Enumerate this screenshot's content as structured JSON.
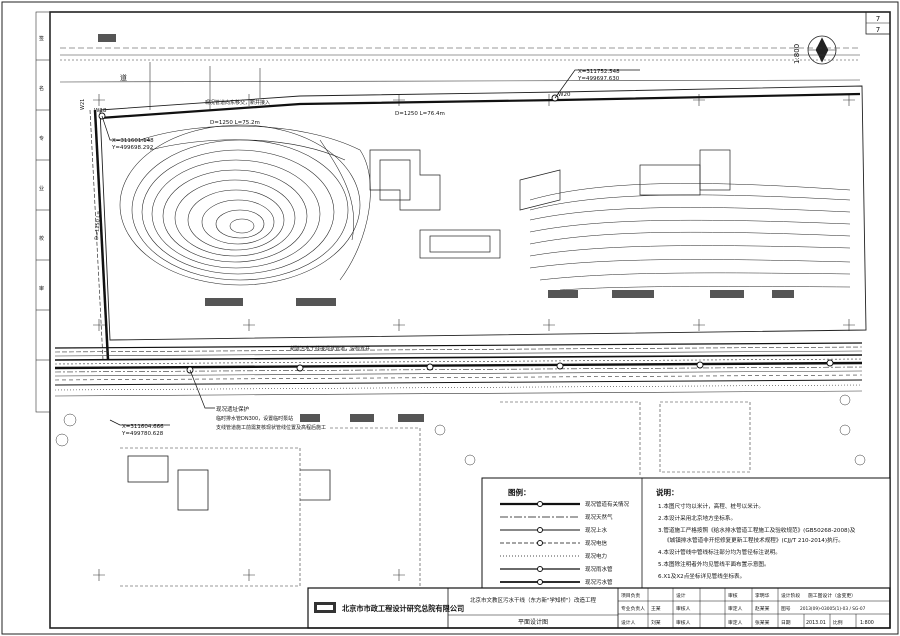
{
  "sheet": {
    "page_number": "7",
    "page_total": "7",
    "scale_note": "1:800"
  },
  "plan": {
    "road_west": "道",
    "labels": {
      "coord_top_x": "X=311752.548",
      "coord_top_y": "Y=499697.630",
      "coord_left_x": "X=311601.148",
      "coord_left_y": "Y=499698.292",
      "coord_low_x": "X=311604.666",
      "coord_low_y": "Y=499780.628",
      "pipe_a": "D=1250  L=75.2m",
      "pipe_b": "D=1250  L=76.4m",
      "pipe_side": "D=1250  L=...",
      "node_w20": "W20",
      "node_w18": "W18",
      "node_w21": "W21",
      "dist_west": "D=1.0m  L=...",
      "top_note": "现况管道向东移交，新井接入",
      "mid_note": "新建污水干线接现状管道，设检查井",
      "callout_1": "现况遗址保护",
      "callout_2": "临时排水管DN300，设置临时泵站",
      "callout_3": "支线管道施工前需复核现状管线位置及高程后施工"
    }
  },
  "legend": {
    "title": "图例：",
    "items": [
      {
        "label": "现况管道有关情况"
      },
      {
        "label": "现况天然气"
      },
      {
        "label": "现况上水"
      },
      {
        "label": "现况电信"
      },
      {
        "label": "现况电力"
      },
      {
        "label": "现况雨水管"
      },
      {
        "label": "现况污水管"
      }
    ]
  },
  "notes": {
    "title": "说明：",
    "lines": [
      "1.本图尺寸均以米计，高程、桩号以米计。",
      "2.本设计采用北京地方坐标系。",
      "3.管道施工严格按照《给水排水管道工程施工及验收规范》(GB50268-2008)及",
      "《城镇排水管道非开挖修复更新工程技术规程》(CJJ/T 210-2014)执行。",
      "4.本设计管线中管线标注部分均为管径标注说明。",
      "5.本图除注明者外均见管线平面布置示意图。",
      "6.X1及X2点坐标详见管线坐标表。"
    ]
  },
  "titleblock": {
    "institute": "北京市市政工程设计研究总院有限公司",
    "project": "北京市文教区污水干线（东方新\"学知桥\"）改造工程",
    "drawing": "平面设计图",
    "rows": [
      [
        "项目负责",
        "",
        "设计",
        "",
        "审核",
        "李明华"
      ],
      [
        "专业负责人",
        "王某",
        "审核人",
        "",
        "审定人",
        "赵某某"
      ],
      [
        "设计人",
        "刘某",
        "审核人",
        "",
        "审定人",
        "张某某"
      ]
    ],
    "stage_label": "设计阶段",
    "stage_value": "施工图设计（含变更）",
    "drawing_no_label": "图号",
    "drawing_no": "2013(09)-03005(1)-03 / SG-07",
    "date_label": "日期",
    "date_value": "2013.01",
    "scale_label": "比例",
    "scale_value": "1:800"
  }
}
